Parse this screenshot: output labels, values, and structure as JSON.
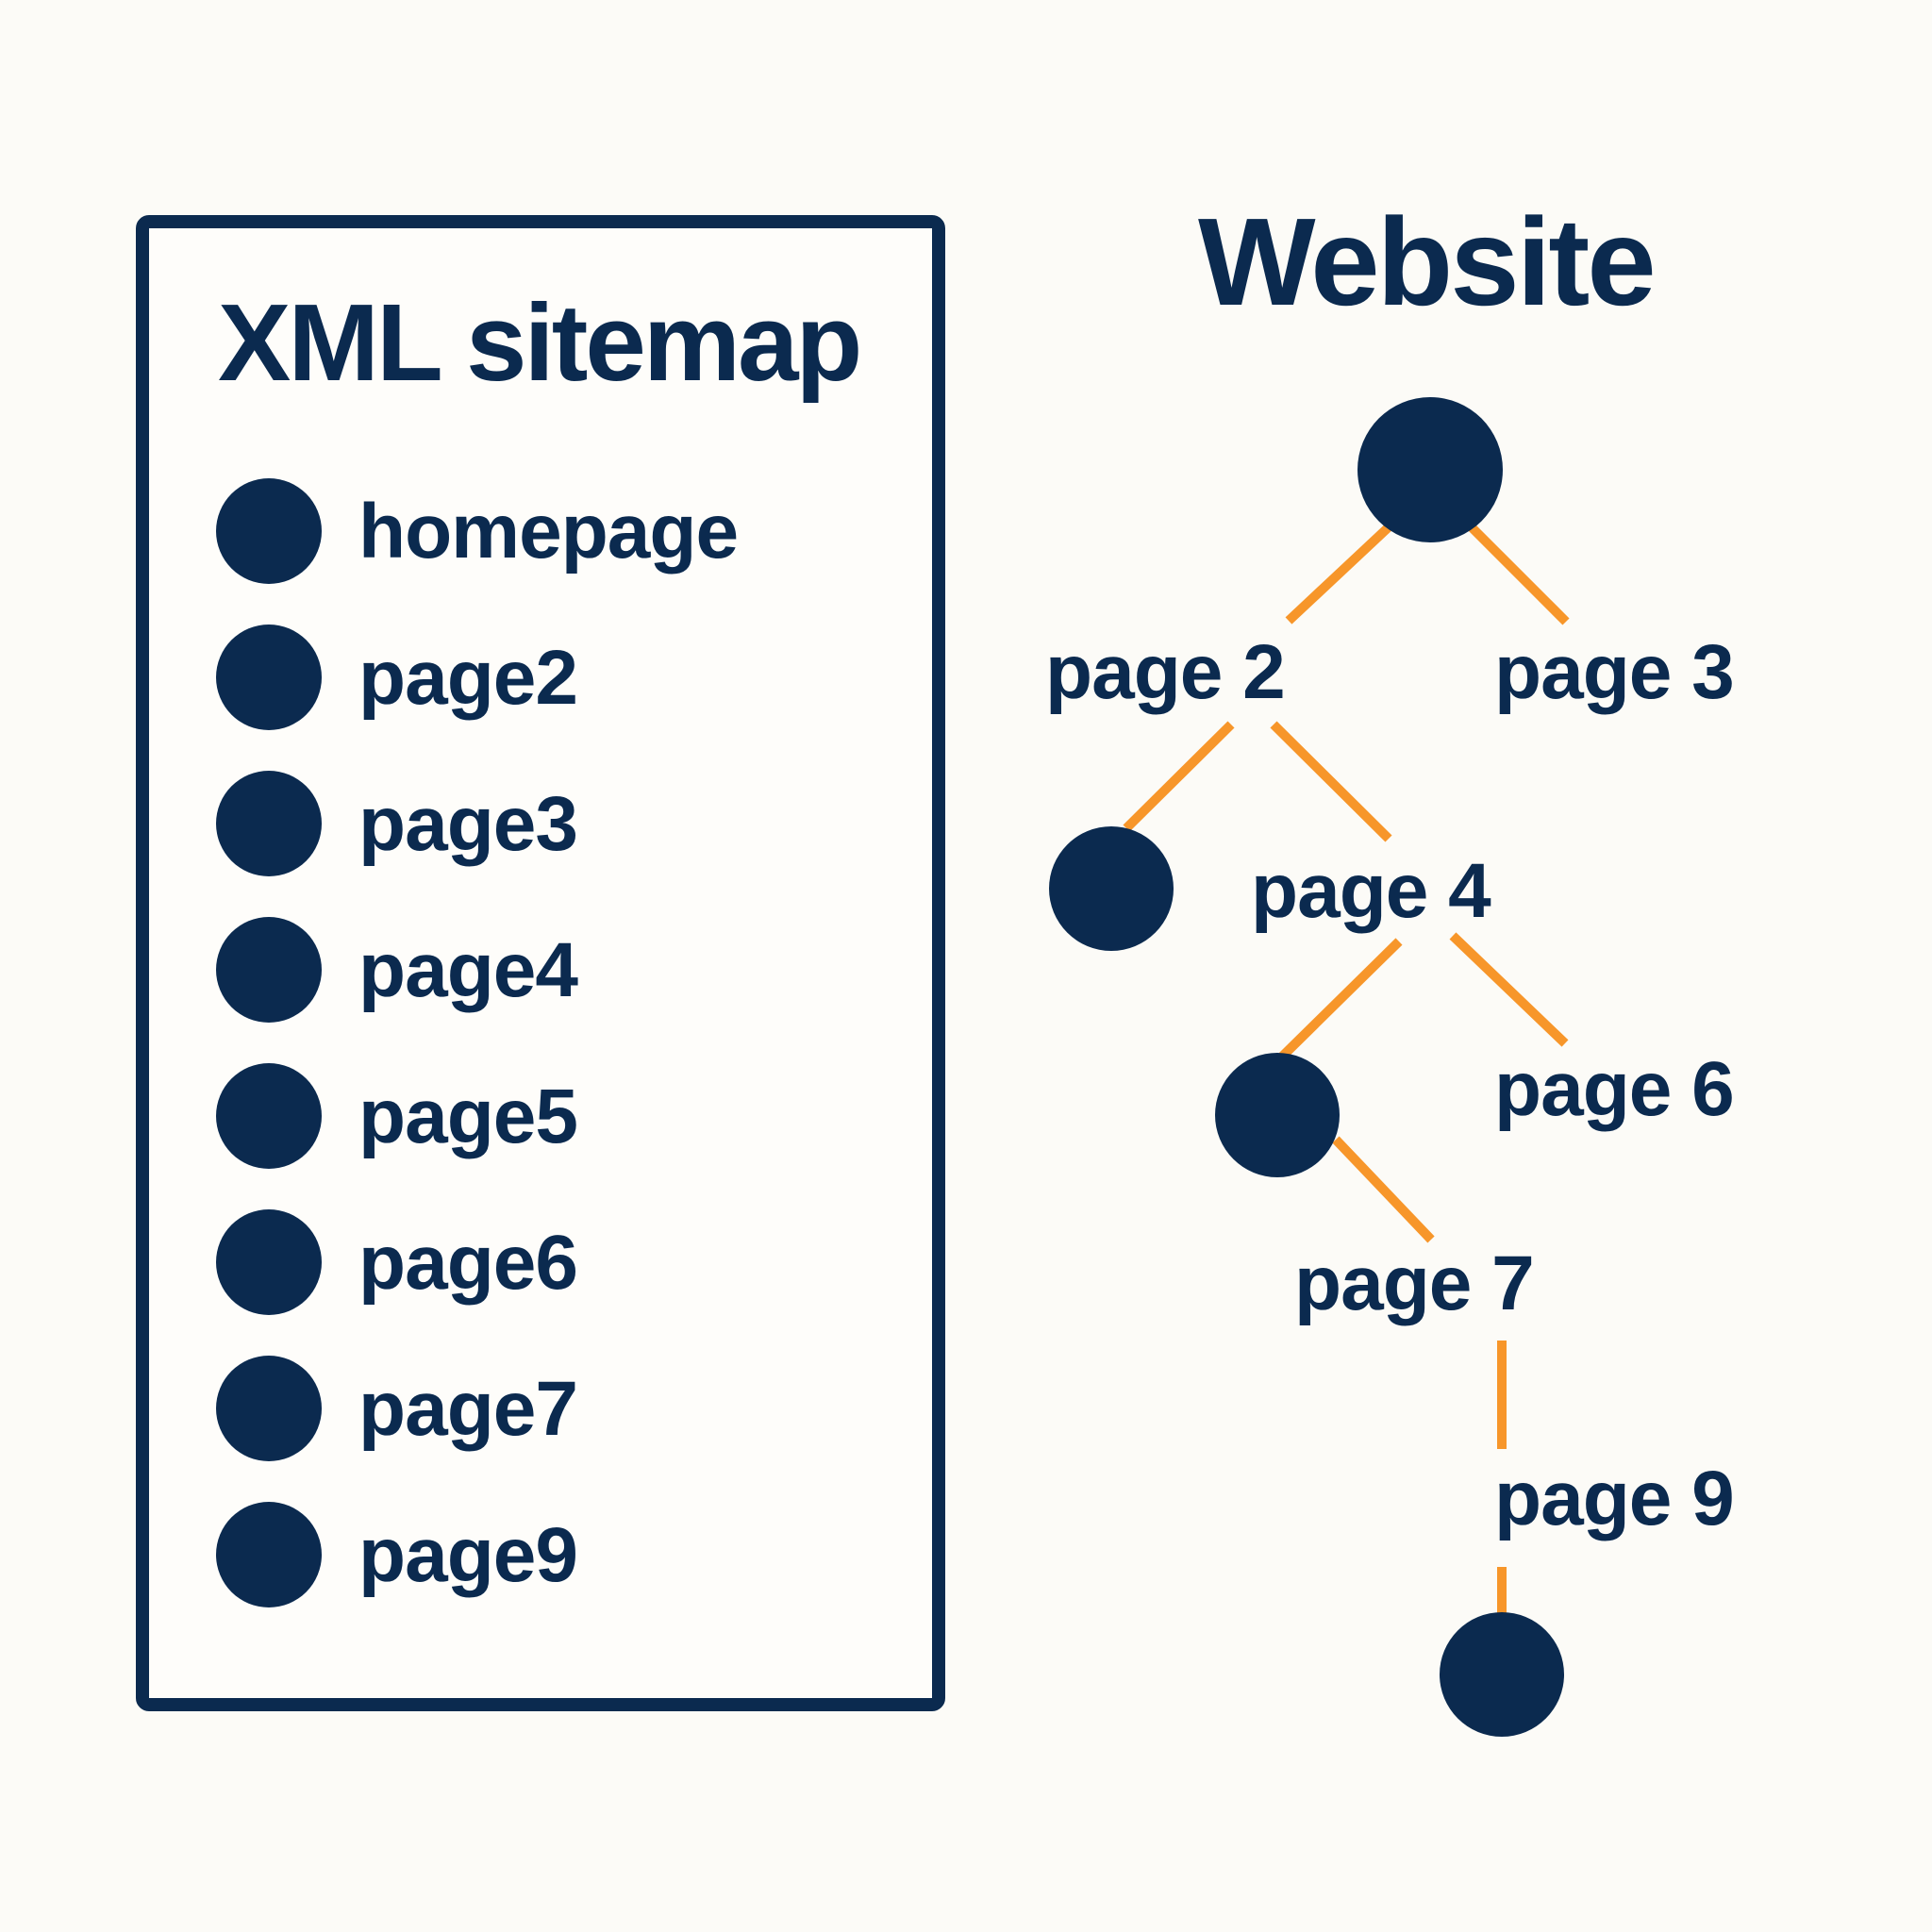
{
  "sitemap": {
    "title": "XML sitemap",
    "items": [
      {
        "label": "homepage"
      },
      {
        "label": "page2"
      },
      {
        "label": "page3"
      },
      {
        "label": "page4"
      },
      {
        "label": "page5"
      },
      {
        "label": "page6"
      },
      {
        "label": "page7"
      },
      {
        "label": "page9"
      }
    ]
  },
  "website": {
    "title": "Website",
    "labels": {
      "page2": "page 2",
      "page3": "page 3",
      "page4": "page 4",
      "page6": "page 6",
      "page7": "page 7",
      "page9": "page 9"
    }
  },
  "colors": {
    "navy": "#0B2A4F",
    "orange": "#F7962A",
    "background": "#FCFBF7"
  }
}
